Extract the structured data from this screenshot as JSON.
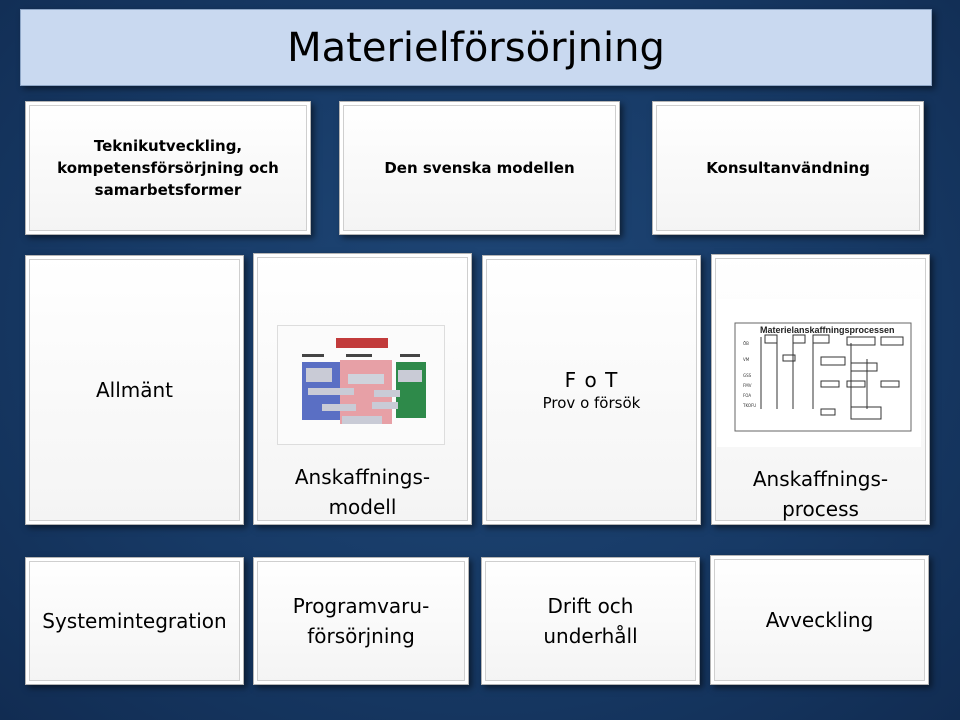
{
  "title": "Materielförsörjning",
  "row1": [
    {
      "id": "teknik",
      "lines": [
        "Teknikutveckling,",
        "kompetensförsörjning och",
        "samarbetsformer"
      ]
    },
    {
      "id": "svenska",
      "lines": [
        "Den svenska modellen"
      ]
    },
    {
      "id": "konsult",
      "lines": [
        "Konsultanvändning"
      ]
    }
  ],
  "row2": {
    "allmant": "Allmänt",
    "modell": {
      "lines": [
        "Anskaffnings-",
        "modell"
      ]
    },
    "fot": {
      "main": "F o T",
      "sub": "Prov o försök"
    },
    "process": {
      "lines": [
        "Anskaffnings-",
        "process"
      ],
      "thumb_title": "Materielanskaffningsprocessen"
    }
  },
  "row3": [
    {
      "id": "systemintegration",
      "lines": [
        "Systemintegration"
      ]
    },
    {
      "id": "programvara",
      "lines": [
        "Programvaru-",
        "försörjning"
      ]
    },
    {
      "id": "drift",
      "lines": [
        "Drift och",
        "underhåll"
      ]
    },
    {
      "id": "avveckling",
      "lines": [
        "Avveckling"
      ]
    }
  ]
}
